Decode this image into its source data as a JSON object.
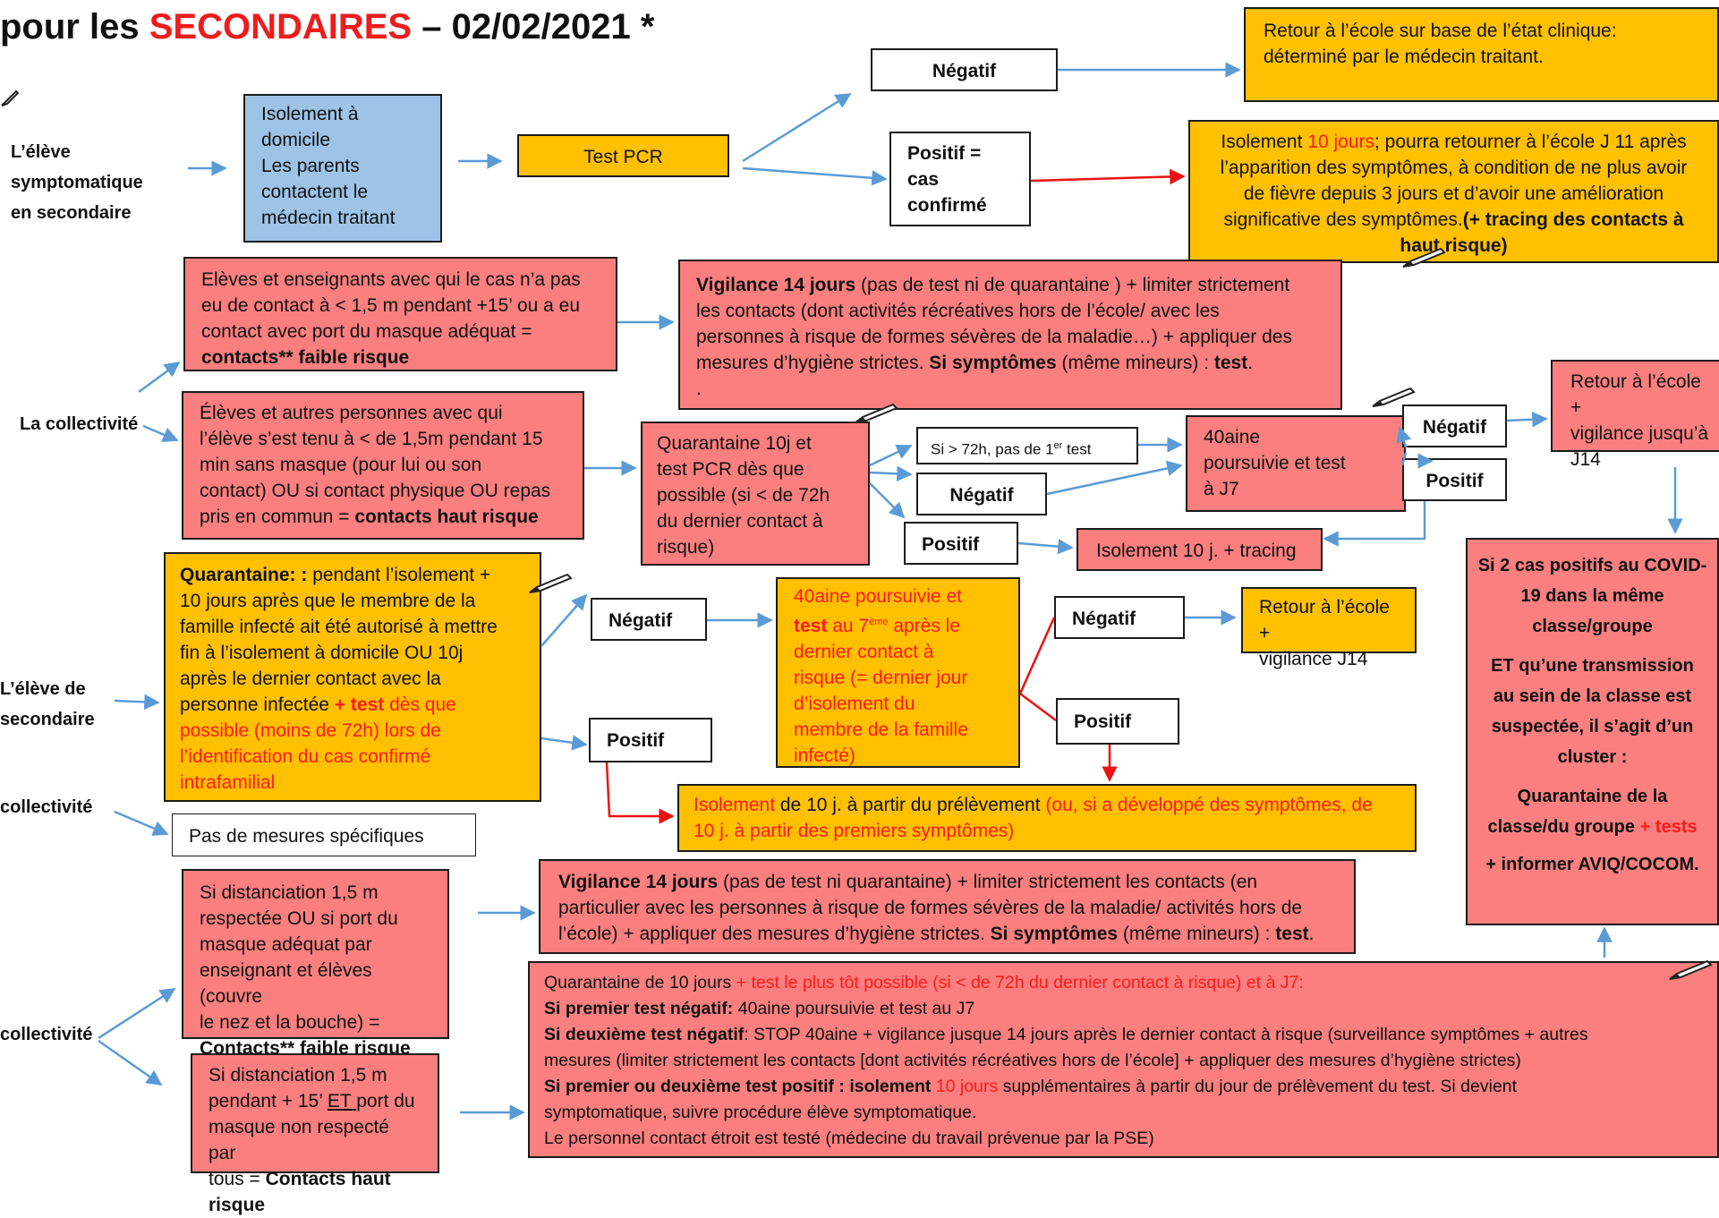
{
  "title": {
    "prefix": "pour les ",
    "highlight": "SECONDAIRES",
    "suffix": " – 02/02/2021 *"
  },
  "side_labels": {
    "symptomatic_1": "L’élève",
    "symptomatic_2": "symptomatique",
    "symptomatic_3": "en secondaire",
    "collectivity_1": "La collectivité",
    "pupil_1": "L’élève de",
    "pupil_2": "secondaire",
    "collectivity_2": "collectivité",
    "collectivity_3": "collectivité"
  },
  "isolation_home": {
    "l1": "Isolement à",
    "l2": "domicile",
    "l3": "Les parents",
    "l4": "contactent le",
    "l5": "médecin traitant"
  },
  "test_pcr": "Test PCR",
  "negatif": "Négatif",
  "positif_confirmed": {
    "l1": "Positif =",
    "l2": "cas",
    "l3": "confirmé"
  },
  "return_school_clinical": {
    "l1": "Retour à l’école  sur base de l’état clinique:",
    "l2": "déterminé par le médecin traitant."
  },
  "isolation_10": {
    "a": "Isolement ",
    "a_red": "10 jours",
    "b": "; pourra retourner à l’école J 11 après",
    "l2": "l’apparition des symptômes, à condition de ne plus avoir",
    "l3": "de fièvre depuis 3 jours et d’avoir une amélioration",
    "l4a": "significative des symptômes.",
    "l4b": "(+ tracing des contacts à",
    "l5": "haut risque)"
  },
  "low_risk_1": {
    "l1": "Elèves et enseignants avec qui le cas n’a pas",
    "l2": "eu de contact à < 1,5 m pendant +15’ ou  a eu",
    "l3": "contact avec port du masque adéquat  =",
    "l4": "contacts** faible risque"
  },
  "vigilance_1": {
    "l1a": "Vigilance 14 jours",
    "l1b": " (pas de test ni de quarantaine ) + limiter strictement",
    "l2": "les contacts (dont activités récréatives hors de l’école/ avec les",
    "l3": "personnes à risque de formes sévères de la maladie…) + appliquer des",
    "l4a": "mesures d’hygiène strictes.  ",
    "l4b": "Si symptômes",
    "l4c": " (même mineurs) : ",
    "l4d": "test",
    "l4e": ".",
    "l5": "."
  },
  "high_risk_1": {
    "l1": "Élèves et autres personnes avec qui",
    "l2": "l’élève s’est tenu à < de 1,5m pendant 15",
    "l3": "min sans masque (pour lui ou son",
    "l4": "contact) OU si contact physique  OU repas",
    "l5a": "pris en commun = ",
    "l5b": "contacts haut risque"
  },
  "quarantine_10": {
    "l1": "Quarantaine 10j et",
    "l2": "test PCR dès que",
    "l3": "possible (si < de 72h",
    "l4": "du dernier contact à",
    "l5": "risque)"
  },
  "over_72h": {
    "a": "Si > 72h, pas de 1",
    "sup": "er",
    "b": " test"
  },
  "positif": "Positif",
  "quarantine_continue": {
    "l1": "40aine",
    "l2": "poursuivie et test",
    "l3": "à J7"
  },
  "isolation_tracing": "Isolement 10 j. + tracing",
  "return_j14": {
    "l1": "Retour à l’école +",
    "l2": "vigilance jusqu’à",
    "l3": "J14"
  },
  "cluster": {
    "l1": "Si 2 cas positifs au COVID-",
    "l2": "19 dans la même",
    "l3": "classe/groupe",
    "l4": "ET qu’une transmission",
    "l5": "au sein de la classe est",
    "l6": "suspectée, il s’agit d’un",
    "l7": "cluster :",
    "l8": "Quarantaine de la",
    "l9a": "classe/du groupe ",
    "l9b": "+ tests",
    "l10": "+ informer AVIQ/COCOM."
  },
  "family_quarantine": {
    "l1a": "Quarantaine: :",
    "l1b": " pendant l’isolement +",
    "l2": "10 jours après que le membre de la",
    "l3": "famille infecté ait été autorisé à mettre",
    "l4": "fin à l’isolement à domicile OU  10j",
    "l5": "après le dernier contact avec la",
    "l6a": "personne infectée ",
    "l6b": "+ test",
    "l6c": " dès que",
    "l7": "possible (moins de 72h) lors de",
    "l8": "l’identification du cas confirmé",
    "l9": "intrafamilial"
  },
  "family_continue": {
    "l1": "40aine poursuivie et",
    "l2a": "test",
    "l2b": " au 7",
    "l2sup": "ème",
    "l2c": " après le",
    "l3": "dernier contact à",
    "l4": "risque (= dernier jour",
    "l5": "d’isolement du",
    "l6": "membre de la famille",
    "l7": "infecté)"
  },
  "return_j14_b": {
    "l1": "Retour à l’école +",
    "l2": "vigilance J14"
  },
  "isolation_sample": {
    "a": "Isolement",
    "b": " de 10 j. à partir du prélèvement ",
    "c": "(ou, si a développé des symptômes, de",
    "l2": "10 j. à partir des premiers symptômes)"
  },
  "no_measures": "Pas de mesures spécifiques",
  "low_risk_2": {
    "l1": "Si distanciation 1,5 m",
    "l2": "respectée OU si port du",
    "l3": "masque adéquat par",
    "l4": "enseignant et élèves (couvre",
    "l5": "le nez et la bouche)  =",
    "l6": "Contacts** faible risque"
  },
  "vigilance_2": {
    "l1a": "Vigilance 14 jours",
    "l1b": " (pas  de test ni quarantaine) + limiter  strictement les contacts (en",
    "l2": "particulier avec les personnes à risque de formes sévères de la maladie/ activités hors de",
    "l3a": "l’école) + appliquer des mesures d’hygiène strictes. ",
    "l3b": "Si symptômes",
    "l3c": " (même mineurs) : ",
    "l3d": "test",
    "l3e": "."
  },
  "high_risk_2": {
    "l1": "Si distanciation 1,5 m",
    "l2": "pendant + 15’ ",
    "l2u": "ET ",
    "l2b": "port du",
    "l3": "masque non respecté par",
    "l4a": "tous = ",
    "l4b": "Contacts haut risque"
  },
  "quarantine_detail": {
    "l1a": "Quarantaine de 10 jours  ",
    "l1b": "+ test le plus tôt possible (si < de 72h du dernier contact à risque) et à J7:",
    "l2a": "Si premier test négatif:",
    "l2b": " 40aine poursuivie et test au J7",
    "l3a": "Si deuxième test négatif",
    "l3b": ": STOP 40aine +  vigilance jusque 14 jours après le dernier contact à risque (surveillance symptômes + autres",
    "l4": "mesures (limiter strictement les contacts [dont activités récréatives hors de l’école] + appliquer des mesures d’hygiène strictes)",
    "l5a": "Si premier ou deuxième test positif : isolement",
    "l5b": " 10 jours",
    "l5c": " supplémentaires à partir du jour de prélèvement du test. Si devient",
    "l6": "symptomatique, suivre procédure élève symptomatique.",
    "l7": "Le personnel contact étroit est testé (médecine du travail prévenue par la PSE)"
  },
  "colors": {
    "red_box": "#fc7f7f",
    "orange_box": "#ffc000",
    "blue_box": "#9dc3e6",
    "arrow_blue": "#5b9bd5",
    "arrow_red": "#ee1111",
    "emphasis_red": "#ff1a1a"
  },
  "icons": [
    "pencil-icon"
  ]
}
